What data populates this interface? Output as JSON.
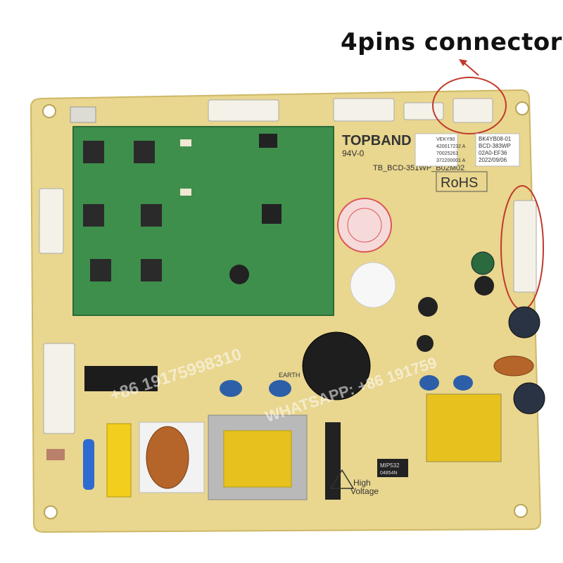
{
  "callout": {
    "text": "4pins connector",
    "color": "#c0392b"
  },
  "board": {
    "brand": "TOPBAND",
    "rating": "94V-0",
    "model": "TB_BCD-351WP_B02M02",
    "rohs": "RoHS",
    "high_voltage": [
      "High",
      "Voltage"
    ],
    "earth": "EARTH",
    "label_block": [
      "VEKY90",
      "420017232 A",
      "70025261",
      "372200001 A"
    ],
    "label_block2": [
      "BK4YB08-01",
      "BCD-383WP",
      "02A0-EF36",
      "2022/09/06"
    ],
    "ic_marking": [
      "MIP532",
      "04854N"
    ]
  },
  "watermarks": [
    "+86 19175998310",
    "WHATSAPP: +86 191759"
  ],
  "colors": {
    "pcb": "#e8d58a",
    "daughterboard": "#3c8f4a",
    "circle": "#c0392b"
  }
}
